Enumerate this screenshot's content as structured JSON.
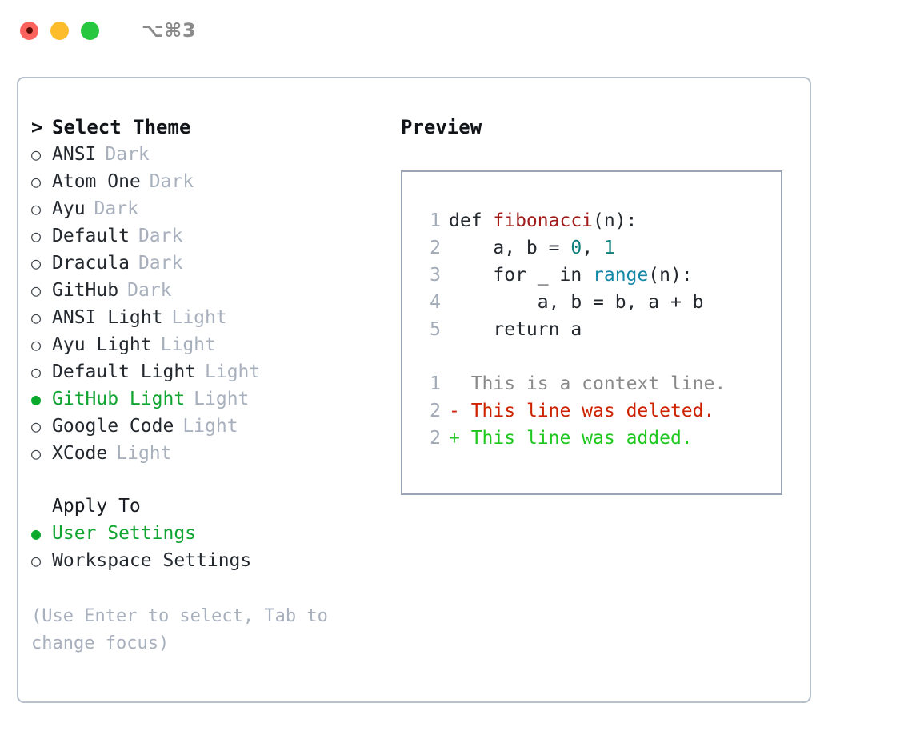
{
  "titlebar": {
    "shortcut": "⌥⌘3",
    "buttons": {
      "close": "close-button",
      "minimize": "minimize-button",
      "maximize": "maximize-button"
    }
  },
  "theme_list": {
    "header": "Select Theme",
    "caret": ">",
    "bullet_empty": "○",
    "bullet_filled": "●",
    "items": [
      {
        "label": "ANSI",
        "suffix": "Dark",
        "selected": false
      },
      {
        "label": "Atom One",
        "suffix": "Dark",
        "selected": false
      },
      {
        "label": "Ayu",
        "suffix": "Dark",
        "selected": false
      },
      {
        "label": "Default",
        "suffix": "Dark",
        "selected": false
      },
      {
        "label": "Dracula",
        "suffix": "Dark",
        "selected": false
      },
      {
        "label": "GitHub",
        "suffix": "Dark",
        "selected": false
      },
      {
        "label": "ANSI Light",
        "suffix": "Light",
        "selected": false
      },
      {
        "label": "Ayu Light",
        "suffix": "Light",
        "selected": false
      },
      {
        "label": "Default Light",
        "suffix": "Light",
        "selected": false
      },
      {
        "label": "GitHub Light",
        "suffix": "Light",
        "selected": true
      },
      {
        "label": "Google Code",
        "suffix": "Light",
        "selected": false
      },
      {
        "label": "XCode",
        "suffix": "Light",
        "selected": false
      }
    ]
  },
  "apply_to": {
    "header": "Apply To",
    "items": [
      {
        "label": "User Settings",
        "selected": true
      },
      {
        "label": "Workspace Settings",
        "selected": false
      }
    ]
  },
  "hint": "(Use Enter to select, Tab to change focus)",
  "preview": {
    "title": "Preview",
    "code_lines": [
      {
        "no": "1",
        "tokens": [
          {
            "text": "def ",
            "kind": "plain"
          },
          {
            "text": "fibonacci",
            "kind": "fn"
          },
          {
            "text": "(n):",
            "kind": "plain"
          }
        ]
      },
      {
        "no": "2",
        "tokens": [
          {
            "text": "    a, b = ",
            "kind": "plain"
          },
          {
            "text": "0",
            "kind": "num"
          },
          {
            "text": ", ",
            "kind": "plain"
          },
          {
            "text": "1",
            "kind": "num"
          }
        ]
      },
      {
        "no": "3",
        "tokens": [
          {
            "text": "    for _ in ",
            "kind": "plain"
          },
          {
            "text": "range",
            "kind": "kwfn"
          },
          {
            "text": "(n):",
            "kind": "plain"
          }
        ]
      },
      {
        "no": "4",
        "tokens": [
          {
            "text": "        a, b = b, a + b",
            "kind": "plain"
          }
        ]
      },
      {
        "no": "5",
        "tokens": [
          {
            "text": "    return a",
            "kind": "plain"
          }
        ]
      }
    ],
    "diff_lines": [
      {
        "no": "1",
        "marker": "  ",
        "text": "This is a context line.",
        "kind": "ctx"
      },
      {
        "no": "2",
        "marker": "- ",
        "text": "This line was deleted.",
        "kind": "del"
      },
      {
        "no": "2",
        "marker": "+ ",
        "text": "This line was added.",
        "kind": "add"
      }
    ]
  },
  "colors": {
    "selected_green": "#10a531",
    "muted_gray": "#a8b0bd",
    "diff_add": "#1ec81e",
    "diff_del": "#cc2200",
    "fn_red": "#a01b1b",
    "num_teal": "#0f7f7b",
    "kw_blue": "#1587a8",
    "panel_border": "#b7c0cb",
    "preview_border": "#9aa5b4"
  }
}
